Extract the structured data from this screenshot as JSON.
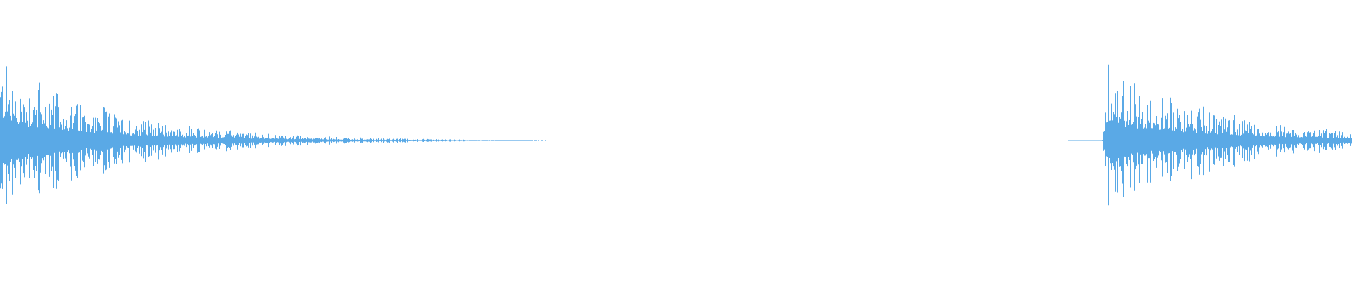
{
  "waveform": {
    "color": "#5aa9e6",
    "segments": [
      {
        "type": "burst",
        "start": 0.0,
        "end": 0.405,
        "peak": 0.8,
        "decay": 5.0
      },
      {
        "type": "silence",
        "start": 0.405,
        "end": 0.815
      },
      {
        "type": "burst",
        "start": 0.815,
        "end": 1.0,
        "peak": 0.78,
        "decay": 2.2
      }
    ],
    "center_fraction": 0.5
  }
}
